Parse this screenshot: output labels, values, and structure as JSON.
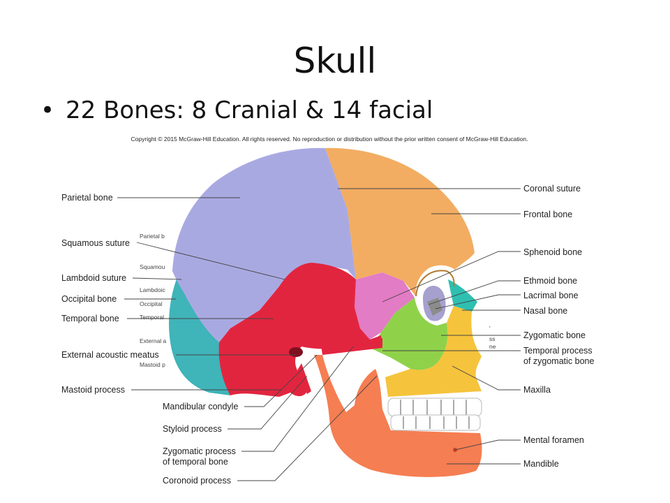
{
  "slide": {
    "title": "Skull",
    "bullet": "22 Bones: 8 Cranial & 14 facial"
  },
  "figure": {
    "copyright": "Copyright © 2015 McGraw-Hill Education. All rights reserved. No reproduction or distribution without the prior written consent of McGraw-Hill Education.",
    "labels_left": {
      "parietal": "Parietal bone",
      "squamous": "Squamous suture",
      "lambdoid": "Lambdoid suture",
      "occipital": "Occipital bone",
      "temporal": "Temporal bone",
      "acoustic": "External acoustic meatus",
      "mastoid": "Mastoid process"
    },
    "labels_bottom": {
      "condyle": "Mandibular condyle",
      "styloid": "Styloid process",
      "zygomatic_process_1": "Zygomatic process",
      "zygomatic_process_2": "of temporal bone",
      "coronoid": "Coronoid process"
    },
    "labels_right": {
      "coronal": "Coronal suture",
      "frontal": "Frontal bone",
      "sphenoid": "Sphenoid bone",
      "ethmoid": "Ethmoid bone",
      "lacrimal": "Lacrimal bone",
      "nasal": "Nasal bone",
      "zygomatic": "Zygomatic bone",
      "temporal_process_1": "Temporal process",
      "temporal_process_2": "of zygomatic bone",
      "maxilla": "Maxilla",
      "mental": "Mental foramen",
      "mandible": "Mandible"
    },
    "faint_labels": {
      "f1": "Parietal b",
      "f2": "Squamou",
      "f3": "Lambdoic",
      "f4": "Occipital",
      "f5": "Temporal",
      "f6": "External a",
      "f7": "Mastoid p",
      "f8": "'",
      "f9": "ss",
      "f10": "ne"
    },
    "bone_colors": {
      "parietal": "#a9a9e2",
      "frontal": "#f2ad62",
      "temporal": "#e2253f",
      "occipital": "#3fb4b9",
      "sphenoid": "#e27cc4",
      "zygomatic": "#8fd24a",
      "nasal": "#2fbfb0",
      "ethmoid": "#a6a0ce",
      "maxilla": "#f6c33c",
      "mandible": "#f57e52"
    }
  }
}
